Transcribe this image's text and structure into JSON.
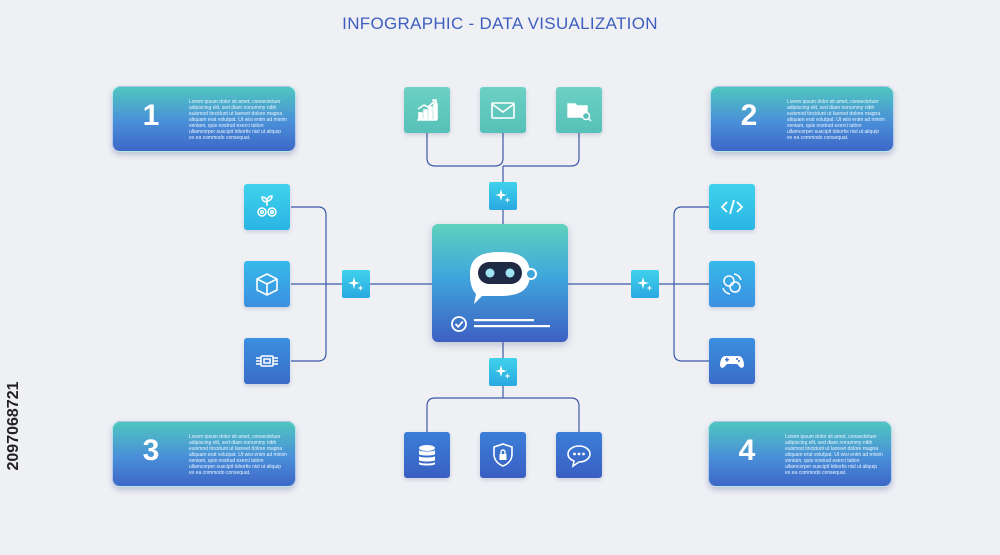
{
  "title": "INFOGRAPHIC - DATA VISUALIZATION",
  "watermark_id": "2097068721",
  "colors": {
    "background": "#eef0f4",
    "title": "#3f5fc0",
    "connector": "#3d5aa8",
    "gradient_top": "#4fc6c0",
    "gradient_bottom": "#3d67c8"
  },
  "cards": [
    {
      "number": "1",
      "text": "Lorem ipsum dolor sit amet, consectetuer adipiscing elit, sed diam nonummy nibh euismod tincidunt ut laoreet dolore magna aliquam erat volutpat. Ut wisi enim ad minim veniam, quis nostrud exerci tation ullamcorper suscipit lobortis nisl ut aliquip ex ea commodo consequat."
    },
    {
      "number": "2",
      "text": "Lorem ipsum dolor sit amet, consectetuer adipiscing elit, sed diam nonummy nibh euismod tincidunt ut laoreet dolore magna aliquam erat volutpat. Ut wisi enim ad minim veniam, quis nostrud exerci tation ullamcorper suscipit lobortis nisl ut aliquip ex ea commodo consequat."
    },
    {
      "number": "3",
      "text": "Lorem ipsum dolor sit amet, consectetuer adipiscing elit, sed diam nonummy nibh euismod tincidunt ut laoreet dolore magna aliquam erat volutpat. Ut wisi enim ad minim veniam, quis nostrud exerci tation ullamcorper suscipit lobortis nisl ut aliquip ex ea commodo consequat."
    },
    {
      "number": "4",
      "text": "Lorem ipsum dolor sit amet, consectetuer adipiscing elit, sed diam nonummy nibh euismod tincidunt ut laoreet dolore magna aliquam erat volutpat. Ut wisi enim ad minim veniam, quis nostrud exerci tation ullamcorper suscipit lobortis nisl ut aliquip ex ea commodo consequat."
    }
  ],
  "icons": {
    "top": [
      "growth-chart-icon",
      "envelope-icon",
      "folder-search-icon"
    ],
    "left": [
      "eco-gears-icon",
      "box-3d-icon",
      "microchip-icon"
    ],
    "right": [
      "code-icon",
      "currency-exchange-icon",
      "gamepad-icon"
    ],
    "bottom": [
      "database-icon",
      "security-shield-icon",
      "chat-bubble-icon"
    ],
    "hubs": "sparkle-icon",
    "center": "chatbot-robot-icon"
  }
}
